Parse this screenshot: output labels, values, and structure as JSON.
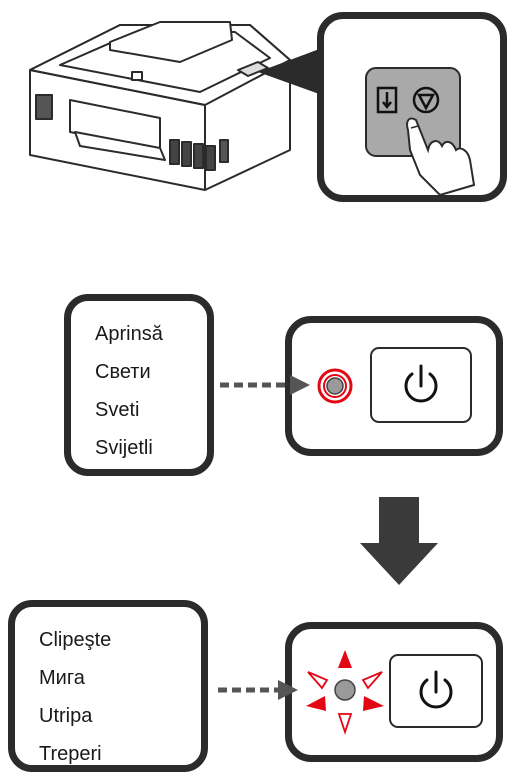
{
  "step1": {
    "illustration": "printer-with-operation-panel-zoom",
    "icons": [
      "paper-feed-icon",
      "stop-icon"
    ]
  },
  "state_on": {
    "lines": [
      "Aprinsă",
      "Свети",
      "Sveti",
      "Svijetli"
    ],
    "lamp_color": "#e30613"
  },
  "state_blink": {
    "lines": [
      "Clipeşte",
      "Мига",
      "Utripa",
      "Treperi"
    ],
    "flash_color": "#e30613"
  },
  "colors": {
    "outline": "#2b2b2b",
    "panel_gray": "#a9a9a9",
    "arrow_gray": "#3a3a3a",
    "accent_red": "#e30613"
  }
}
